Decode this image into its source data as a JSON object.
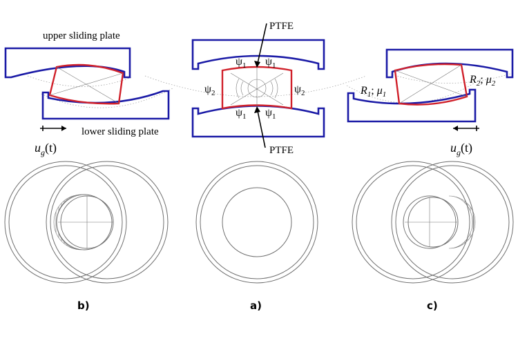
{
  "labels": {
    "upper_plate": "upper sliding plate",
    "lower_plate": "lower sliding plate",
    "ptfe_top": "PTFE",
    "ptfe_bottom": "PTFE",
    "psi": "ψ",
    "psi1_sub": "1",
    "psi2_sub": "2",
    "ug_left": "u",
    "ug_sub": "g",
    "ug_arg": "(t)",
    "r1": "R",
    "r1_sub": "1",
    "mu1": "μ",
    "mu1_sub": "1",
    "r2": "R",
    "r2_sub": "2",
    "mu2": "μ",
    "mu2_sub": "2",
    "sep": "; "
  },
  "panels": {
    "b": "b)",
    "a": "a)",
    "c": "c)"
  },
  "colors": {
    "plate": "#1a1aa6",
    "slider": "#d0202a"
  }
}
